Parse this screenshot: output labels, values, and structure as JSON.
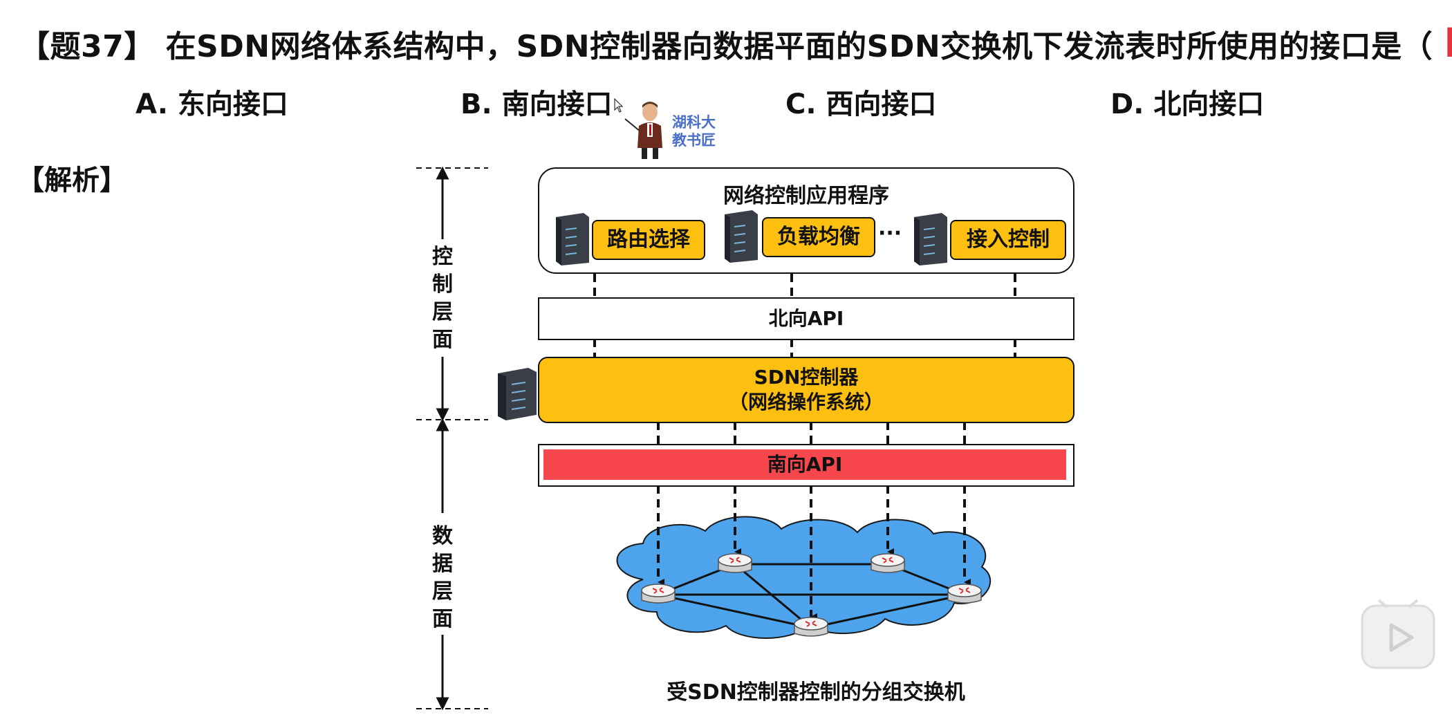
{
  "question": {
    "number_label": "【题37】",
    "stem": "在SDN网络体系结构中，SDN控制器向数据平面的SDN交换机下发流表时所使用的接口是（",
    "answer": "B",
    "close_paren": "）",
    "options": [
      {
        "label": "A. 东向接口"
      },
      {
        "label": "B. 南向接口"
      },
      {
        "label": "C. 西向接口"
      },
      {
        "label": "D. 北向接口"
      }
    ]
  },
  "watermark": {
    "line1": "湖科大",
    "line2": "教书匠"
  },
  "analysis_label": "【解析】",
  "diagram": {
    "app_layer_title": "网络控制应用程序",
    "apps": [
      "路由选择",
      "负载均衡",
      "接入控制"
    ],
    "ellipsis": "···",
    "northbound_api": "北向API",
    "controller_line1": "SDN控制器",
    "controller_line2": "（网络操作系统）",
    "southbound_api": "南向API",
    "control_plane_label": [
      "控",
      "制",
      "层",
      "面"
    ],
    "data_plane_label": [
      "数",
      "据",
      "层",
      "面"
    ],
    "caption": "受SDN控制器控制的分组交换机"
  },
  "colors": {
    "answer": "#e8333c",
    "app_tag": "#fdbf10",
    "controller": "#fdbf10",
    "southbound": "#f7474d",
    "cloud": "#4da3ec"
  }
}
